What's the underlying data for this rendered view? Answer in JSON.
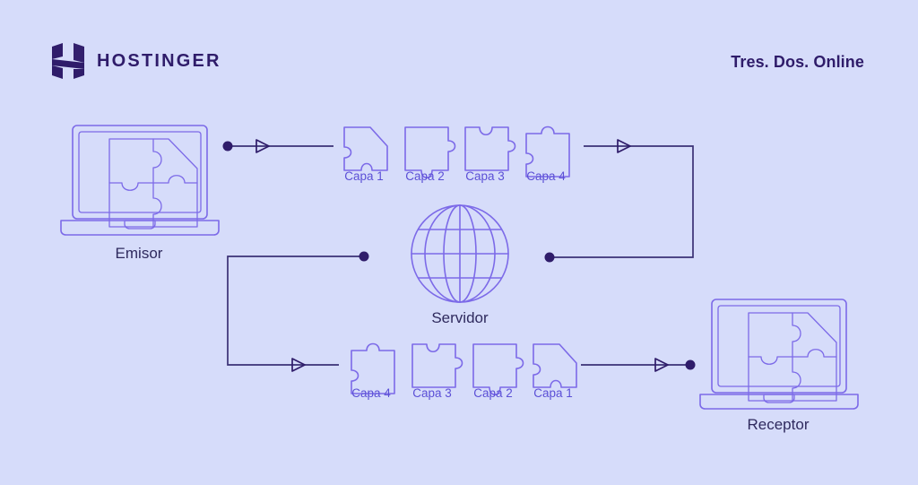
{
  "header": {
    "brand_name": "HOSTINGER",
    "brand_mark_icon": "hostinger-h-logo-icon",
    "tagline": "Tres. Dos. Online"
  },
  "colors": {
    "background": "#d6dcfa",
    "brand_navy": "#2f1c6a",
    "illustration_purple": "#7c6ae8",
    "wire_navy": "#3b3175",
    "layer_label_purple": "#5b4fd6",
    "node_label": "#2f2a5e"
  },
  "diagram": {
    "type": "network-encapsulation-flow",
    "nodes": {
      "sender": {
        "label": "Emisor",
        "icon": "laptop-with-puzzle-icon"
      },
      "server": {
        "label": "Servidor",
        "icon": "globe-icon"
      },
      "receiver": {
        "label": "Receptor",
        "icon": "laptop-with-puzzle-icon"
      }
    },
    "top_row": {
      "direction": "sender-to-server",
      "pieces": [
        {
          "label": "Capa 1",
          "shape": "corner-cut-piece"
        },
        {
          "label": "Capa 2",
          "shape": "tab-right-tab-bottom-piece"
        },
        {
          "label": "Capa 3",
          "shape": "blank-top-tab-right-piece"
        },
        {
          "label": "Capa 4",
          "shape": "tab-top-blank-left-piece"
        }
      ]
    },
    "bottom_row": {
      "direction": "server-to-receiver",
      "pieces": [
        {
          "label": "Capa 4",
          "shape": "tab-top-blank-left-piece"
        },
        {
          "label": "Capa 3",
          "shape": "blank-top-tab-right-piece"
        },
        {
          "label": "Capa 2",
          "shape": "tab-right-tab-bottom-piece"
        },
        {
          "label": "Capa 1",
          "shape": "corner-cut-piece"
        }
      ]
    },
    "connectors": [
      {
        "name": "sender-to-top-layers",
        "marker_start": "dot",
        "marker_mid": "arrowhead"
      },
      {
        "name": "top-layers-to-server",
        "marker_mid": "arrowhead",
        "marker_end": "dot"
      },
      {
        "name": "server-to-bottom-layers",
        "marker_start": "dot",
        "marker_mid": "arrowhead"
      },
      {
        "name": "bottom-layers-to-receiver",
        "marker_mid": "arrowhead",
        "marker_end": "dot"
      }
    ]
  }
}
